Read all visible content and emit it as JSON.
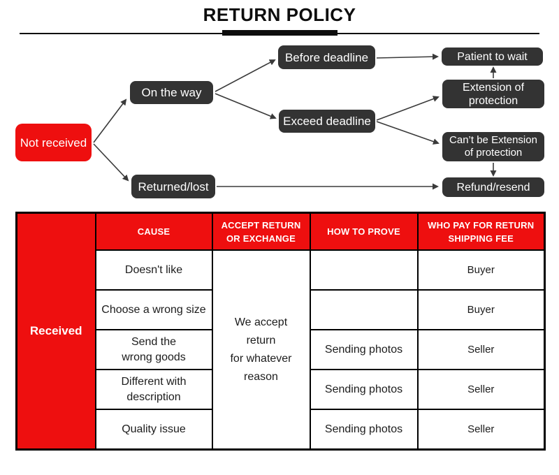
{
  "title": "RETURN POLICY",
  "colors": {
    "accent_red": "#ee0f0f",
    "node_dark": "#333333",
    "arrow": "#3a3a3a",
    "border_black": "#000000",
    "text_dark": "#1c1c1c",
    "text_white": "#ffffff"
  },
  "flowchart": {
    "nodes": {
      "not_received": {
        "label": "Not received"
      },
      "on_the_way": {
        "label": "On the way"
      },
      "returned_lost": {
        "label": "Returned/lost"
      },
      "before_deadline": {
        "label": "Before deadline"
      },
      "exceed_deadline": {
        "label": "Exceed deadline"
      },
      "patient_to_wait": {
        "label": "Patient to wait"
      },
      "extension_of_protection": {
        "label": "Extension of\nprotection"
      },
      "cant_be_extension": {
        "label": "Can’t be Extension\nof protection"
      },
      "refund_resend": {
        "label": "Refund/resend"
      }
    },
    "edges": [
      {
        "from": "Not received",
        "to": "On the way"
      },
      {
        "from": "Not received",
        "to": "Returned/lost"
      },
      {
        "from": "On the way",
        "to": "Before deadline"
      },
      {
        "from": "On the way",
        "to": "Exceed deadline"
      },
      {
        "from": "Before deadline",
        "to": "Patient to wait"
      },
      {
        "from": "Exceed deadline",
        "to": "Extension of protection"
      },
      {
        "from": "Exceed deadline",
        "to": "Can’t be Extension of protection"
      },
      {
        "from": "Extension of protection",
        "to": "Patient to wait"
      },
      {
        "from": "Can’t be Extension of protection",
        "to": "Refund/resend"
      },
      {
        "from": "Returned/lost",
        "to": "Refund/resend"
      }
    ]
  },
  "table": {
    "row_header": "Received",
    "headers": [
      "CAUSE",
      "ACCEPT RETURN\nOR EXCHANGE",
      "HOW TO PROVE",
      "WHO PAY FOR RETURN\nSHIPPING FEE"
    ],
    "accept_policy": "We accept\nreturn\nfor whatever\nreason",
    "rows": [
      {
        "cause": "Doesn't like",
        "prove": "",
        "payer": "Buyer"
      },
      {
        "cause": "Choose a wrong size",
        "prove": "",
        "payer": "Buyer"
      },
      {
        "cause": "Send the\nwrong goods",
        "prove": "Sending photos",
        "payer": "Seller"
      },
      {
        "cause": "Different with\ndescription",
        "prove": "Sending photos",
        "payer": "Seller"
      },
      {
        "cause": "Quality issue",
        "prove": "Sending photos",
        "payer": "Seller"
      }
    ]
  }
}
